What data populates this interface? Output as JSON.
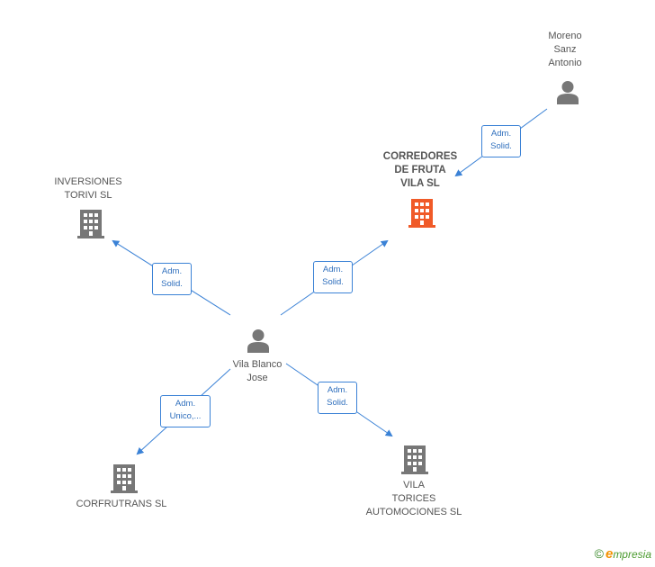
{
  "colors": {
    "edge": "#3b82d6",
    "node_gray": "#777777",
    "node_highlight": "#f05a28",
    "text": "#555555"
  },
  "nodes": {
    "moreno": {
      "label": "Moreno\nSanz\nAntonio",
      "icon": "person-icon"
    },
    "corredores": {
      "label": "CORREDORES\nDE FRUTA\nVILA SL",
      "icon": "building-icon"
    },
    "inversiones": {
      "label": "INVERSIONES\nTORIVI SL",
      "icon": "building-icon"
    },
    "vila_blanco": {
      "label": "Vila Blanco\nJose",
      "icon": "person-icon"
    },
    "corfrutrans": {
      "label": "CORFRUTRANS SL",
      "icon": "building-icon"
    },
    "vila_torices": {
      "label": "VILA\nTORICES\nAUTOMOCIONES SL",
      "icon": "building-icon"
    }
  },
  "edges": {
    "moreno_corredores": {
      "line1": "Adm.",
      "line2": "Solid."
    },
    "vila_corredores": {
      "line1": "Adm.",
      "line2": "Solid."
    },
    "vila_inversiones": {
      "line1": "Adm.",
      "line2": "Solid."
    },
    "vila_corfrutrans": {
      "line1": "Adm.",
      "line2": "Unico,..."
    },
    "vila_torices": {
      "line1": "Adm.",
      "line2": "Solid."
    }
  },
  "footer": {
    "copyright_symbol": "©",
    "brand_initial": "e",
    "brand_rest": "mpresia"
  }
}
